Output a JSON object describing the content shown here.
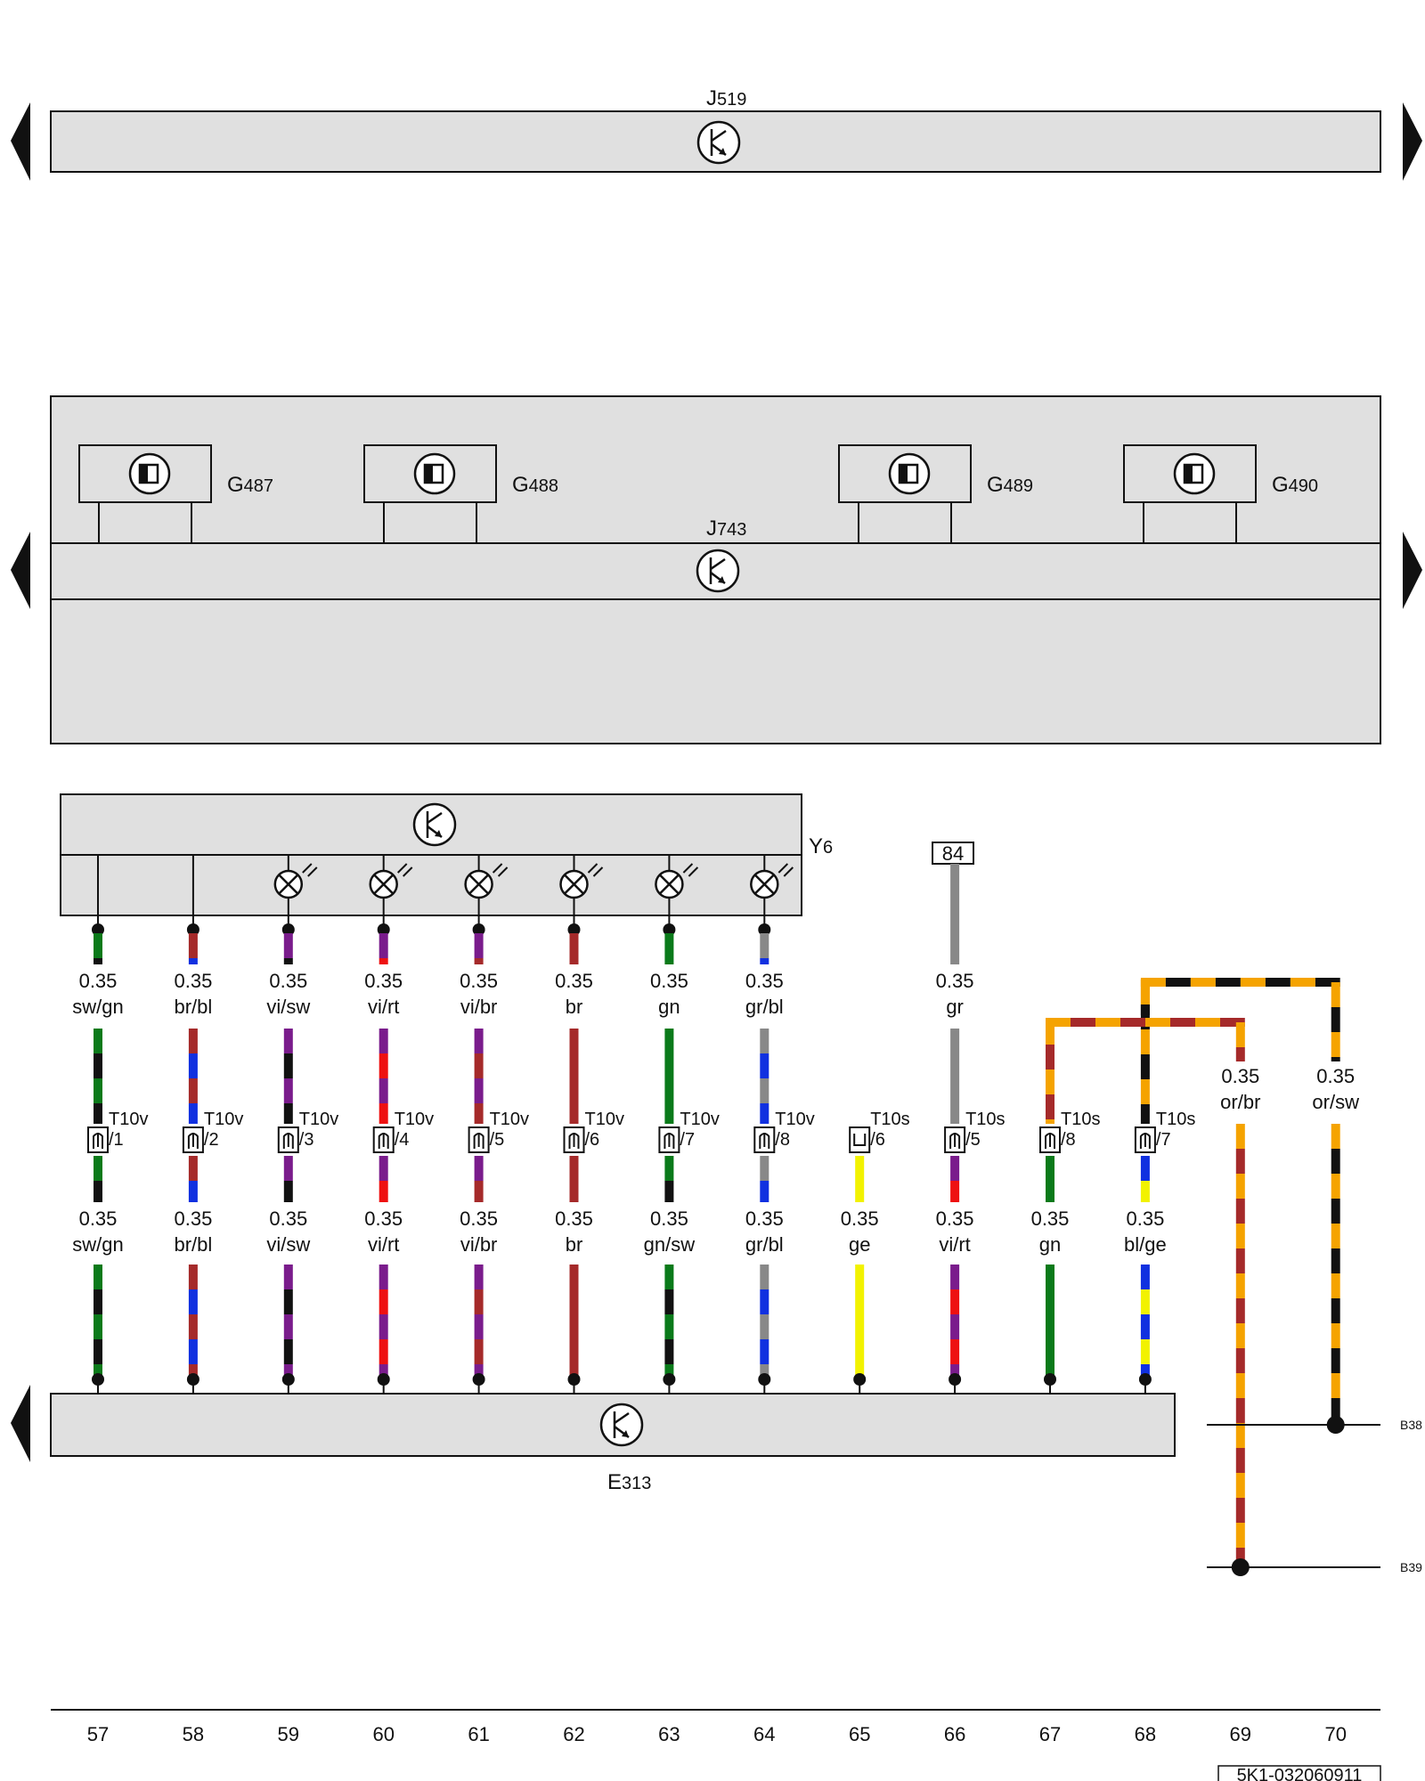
{
  "components": {
    "j519": "J519",
    "j743": "J743",
    "y6": "Y6",
    "e313": "E313",
    "g487": "G487",
    "g488": "G488",
    "g489": "G489",
    "g490": "G490"
  },
  "terminal_84": "84",
  "wires_top": [
    {
      "size": "0.35",
      "color": "sw/gn",
      "stripes": [
        "#0a7a1a",
        "#111111"
      ]
    },
    {
      "size": "0.35",
      "color": "br/bl",
      "stripes": [
        "#a52a2a",
        "#1030e0"
      ]
    },
    {
      "size": "0.35",
      "color": "vi/sw",
      "stripes": [
        "#7a1c8c",
        "#111111"
      ]
    },
    {
      "size": "0.35",
      "color": "vi/rt",
      "stripes": [
        "#7a1c8c",
        "#ee1111"
      ]
    },
    {
      "size": "0.35",
      "color": "vi/br",
      "stripes": [
        "#7a1c8c",
        "#a52a2a"
      ]
    },
    {
      "size": "0.35",
      "color": "br",
      "stripes": [
        "#a52a2a",
        "#a52a2a"
      ]
    },
    {
      "size": "0.35",
      "color": "gn",
      "stripes": [
        "#0a7a1a",
        "#0a7a1a"
      ]
    },
    {
      "size": "0.35",
      "color": "gr/bl",
      "stripes": [
        "#888888",
        "#1030e0"
      ]
    },
    null,
    {
      "size": "0.35",
      "color": "gr",
      "stripes": [
        "#888888",
        "#888888"
      ]
    },
    null,
    null
  ],
  "wires_bottom": [
    {
      "size": "0.35",
      "color": "sw/gn",
      "stripes": [
        "#0a7a1a",
        "#111111"
      ]
    },
    {
      "size": "0.35",
      "color": "br/bl",
      "stripes": [
        "#a52a2a",
        "#1030e0"
      ]
    },
    {
      "size": "0.35",
      "color": "vi/sw",
      "stripes": [
        "#7a1c8c",
        "#111111"
      ]
    },
    {
      "size": "0.35",
      "color": "vi/rt",
      "stripes": [
        "#7a1c8c",
        "#ee1111"
      ]
    },
    {
      "size": "0.35",
      "color": "vi/br",
      "stripes": [
        "#7a1c8c",
        "#a52a2a"
      ]
    },
    {
      "size": "0.35",
      "color": "br",
      "stripes": [
        "#a52a2a",
        "#a52a2a"
      ]
    },
    {
      "size": "0.35",
      "color": "gn/sw",
      "stripes": [
        "#0a7a1a",
        "#111111"
      ]
    },
    {
      "size": "0.35",
      "color": "gr/bl",
      "stripes": [
        "#888888",
        "#1030e0"
      ]
    },
    {
      "size": "0.35",
      "color": "ge",
      "stripes": [
        "#f2f200",
        "#f2f200"
      ]
    },
    {
      "size": "0.35",
      "color": "vi/rt",
      "stripes": [
        "#7a1c8c",
        "#ee1111"
      ]
    },
    {
      "size": "0.35",
      "color": "gn",
      "stripes": [
        "#0a7a1a",
        "#0a7a1a"
      ]
    },
    {
      "size": "0.35",
      "color": "bl/ge",
      "stripes": [
        "#1030e0",
        "#f2f200"
      ]
    }
  ],
  "connectors": [
    {
      "name": "T10v",
      "pin": "/1"
    },
    {
      "name": "T10v",
      "pin": "/2"
    },
    {
      "name": "T10v",
      "pin": "/3"
    },
    {
      "name": "T10v",
      "pin": "/4"
    },
    {
      "name": "T10v",
      "pin": "/5"
    },
    {
      "name": "T10v",
      "pin": "/6"
    },
    {
      "name": "T10v",
      "pin": "/7"
    },
    {
      "name": "T10v",
      "pin": "/8"
    },
    {
      "name": "T10s",
      "pin": "/6"
    },
    {
      "name": "T10s",
      "pin": "/5"
    },
    {
      "name": "T10s",
      "pin": "/8"
    },
    {
      "name": "T10s",
      "pin": "/7"
    }
  ],
  "bus_wires": [
    {
      "size": "0.35",
      "color": "or/br",
      "stripes": [
        "#f5a300",
        "#a52a2a"
      ],
      "ref": "B39"
    },
    {
      "size": "0.35",
      "color": "or/sw",
      "stripes": [
        "#f5a300",
        "#111111"
      ],
      "ref": "B38"
    }
  ],
  "columns": [
    "57",
    "58",
    "59",
    "60",
    "61",
    "62",
    "63",
    "64",
    "65",
    "66",
    "67",
    "68",
    "69",
    "70"
  ],
  "doc_id": "5K1-032060911"
}
